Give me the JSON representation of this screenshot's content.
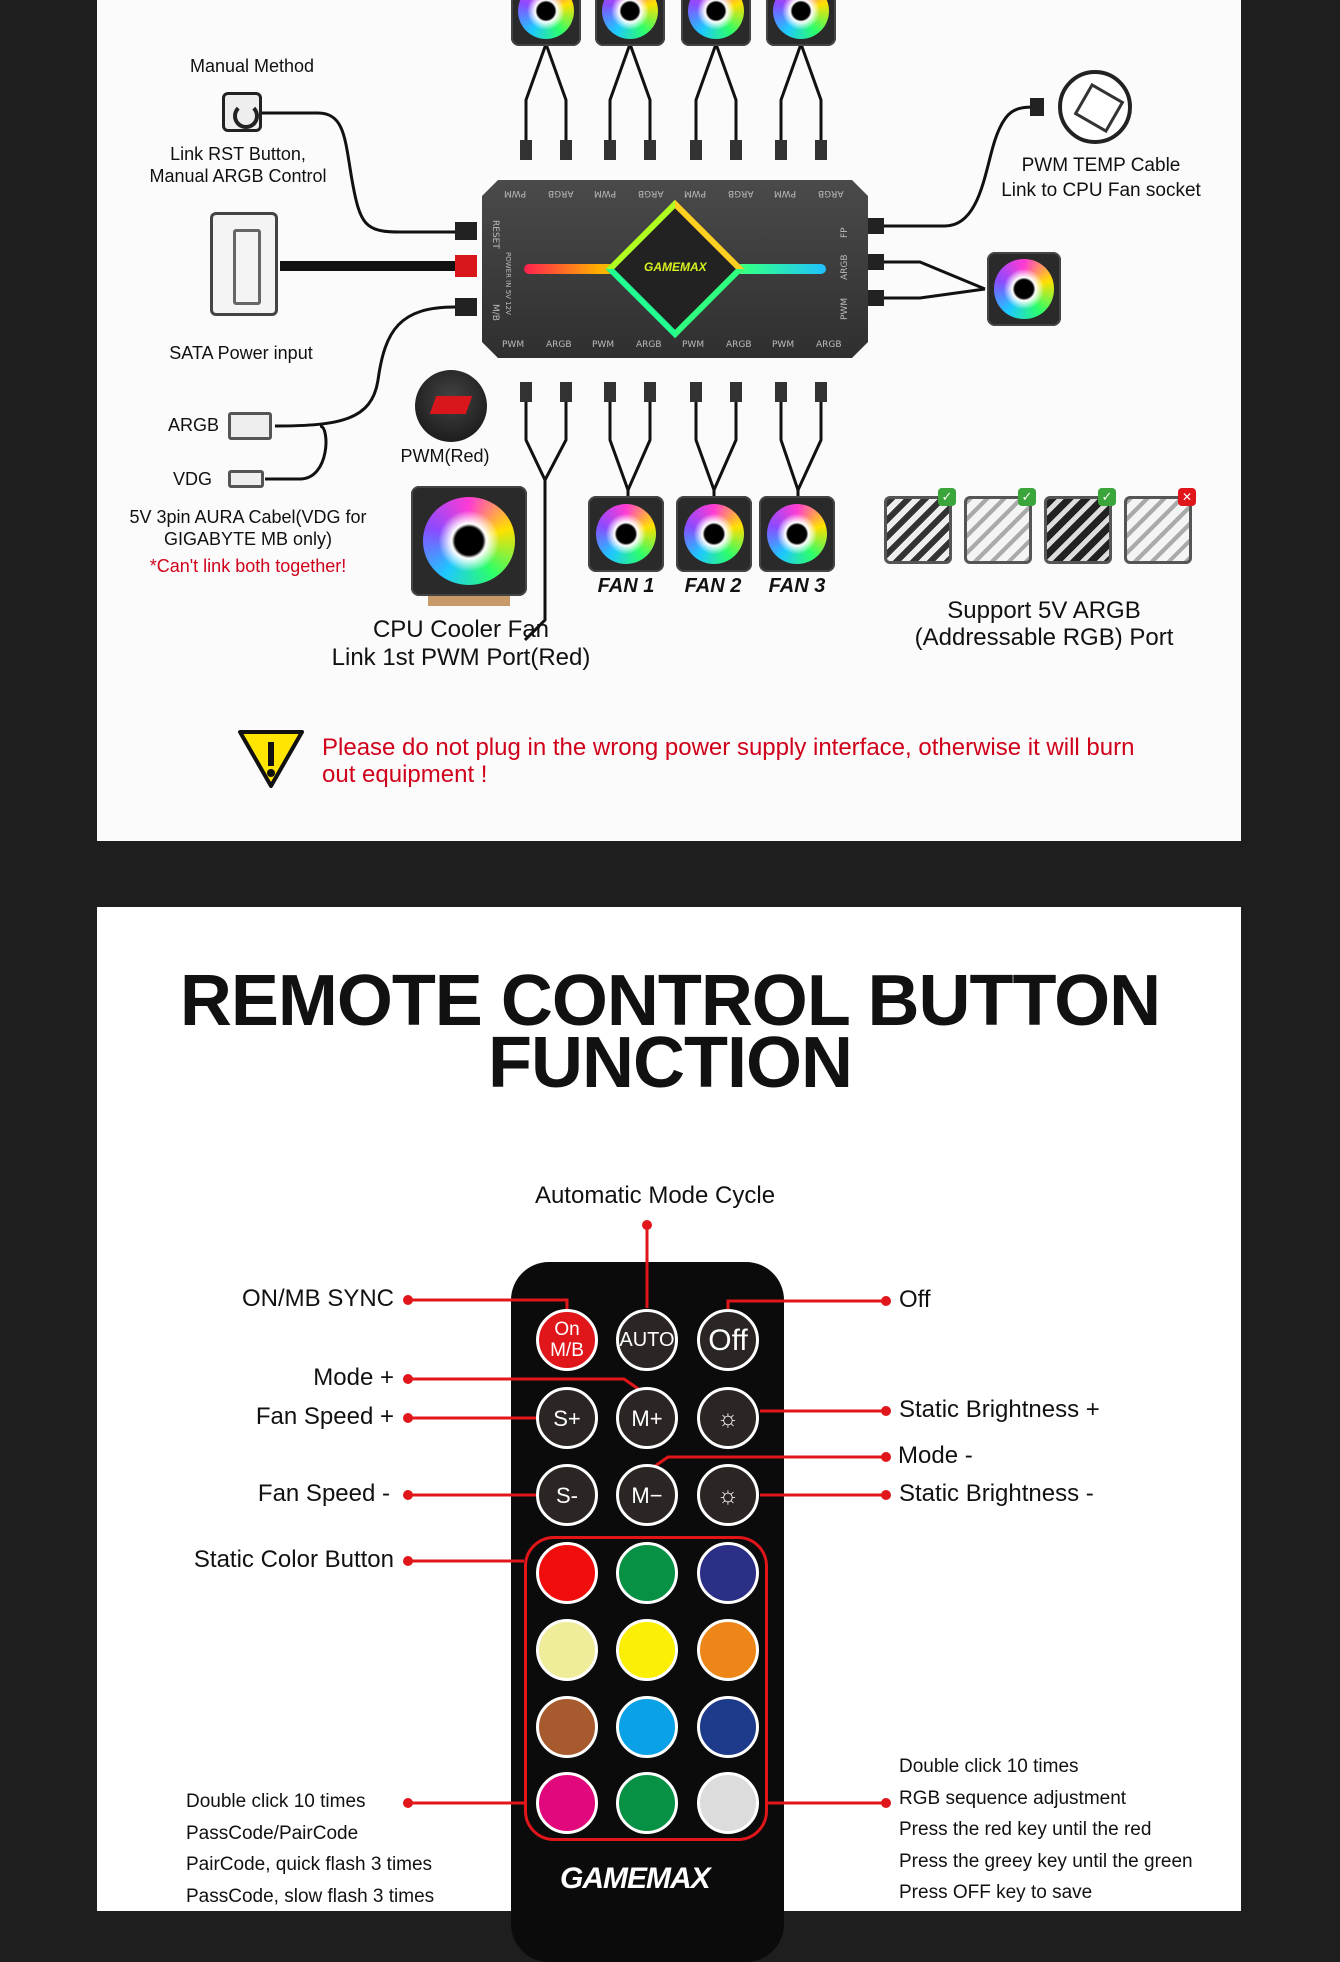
{
  "wiring": {
    "manual_method": "Manual Method",
    "rst_line1": "Link RST Button,",
    "rst_line2": "Manual ARGB Control",
    "sata": "SATA Power input",
    "argb": "ARGB",
    "vdg": "VDG",
    "aura_line1": "5V 3pin AURA Cabel(VDG for",
    "aura_line2": "GIGABYTE MB only)",
    "aura_warning": "*Can't link both together!",
    "pwm_red": "PWM(Red)",
    "pwm_temp_line1": "PWM TEMP Cable",
    "pwm_temp_line2": "Link to CPU Fan socket",
    "hub_brand": "GAMEMAX",
    "hub_top_ports": [
      "PWM",
      "ARGB",
      "PWM",
      "ARGB",
      "PWM",
      "ARGB",
      "PWM",
      "ARGB"
    ],
    "hub_bottom_ports": [
      "PWM",
      "ARGB",
      "PWM",
      "ARGB",
      "PWM",
      "ARGB",
      "PWM",
      "ARGB"
    ],
    "hub_left_ports": [
      "RESET",
      "POWER IN 5V 12V",
      "M/B"
    ],
    "hub_right_ports": [
      "FP",
      "ARGB",
      "PWM"
    ],
    "fans": [
      "FAN 1",
      "FAN 2",
      "FAN 3"
    ],
    "cpu_line1": "CPU Cooler Fan",
    "cpu_line2": "Link 1st PWM Port(Red)",
    "argb_support_line1": "Support 5V ARGB",
    "argb_support_line2": "(Addressable RGB) Port",
    "warning": "Please do not plug in the wrong power supply interface, otherwise it will burn out equipment !",
    "colors": {
      "warning_red": "#d0021b",
      "ok_green": "#3aa53a",
      "bad_red": "#e0161b"
    }
  },
  "remote_section": {
    "title_line1": "REMOTE CONTROL BUTTON",
    "title_line2": "FUNCTION",
    "auto_label": "Automatic Mode Cycle",
    "left_labels": {
      "on_sync": "ON/MB SYNC",
      "mode_plus": "Mode +",
      "fan_plus": "Fan Speed +",
      "fan_minus": "Fan Speed -",
      "static_color": "Static Color Button"
    },
    "right_labels": {
      "off": "Off",
      "bright_plus": "Static Brightness +",
      "mode_minus": "Mode -",
      "bright_minus": "Static Brightness -"
    },
    "left_notes": [
      "Double click 10 times",
      "PassCode/PairCode",
      "PairCode, quick flash 3 times",
      "PassCode, slow flash 3 times"
    ],
    "right_notes": [
      "Double click 10 times",
      "RGB sequence adjustment",
      "Press the red key until the red",
      "Press the greey key until the green",
      "Press OFF key to save"
    ],
    "buttons": {
      "on": "On M/B",
      "auto": "AUTO",
      "off": "Off",
      "s_plus": "S+",
      "m_plus": "M+",
      "s_minus": "S-",
      "m_minus": "M−"
    },
    "color_buttons": [
      "#f20d0d",
      "#079144",
      "#2b2f86",
      "#efed9a",
      "#fbef06",
      "#ec8618",
      "#a75a2d",
      "#0aa1e6",
      "#1e3a8a",
      "#e0087c",
      "#079144",
      "#dcdcdc"
    ],
    "logo": "GAMEMAX",
    "accent": "#e0161b"
  }
}
